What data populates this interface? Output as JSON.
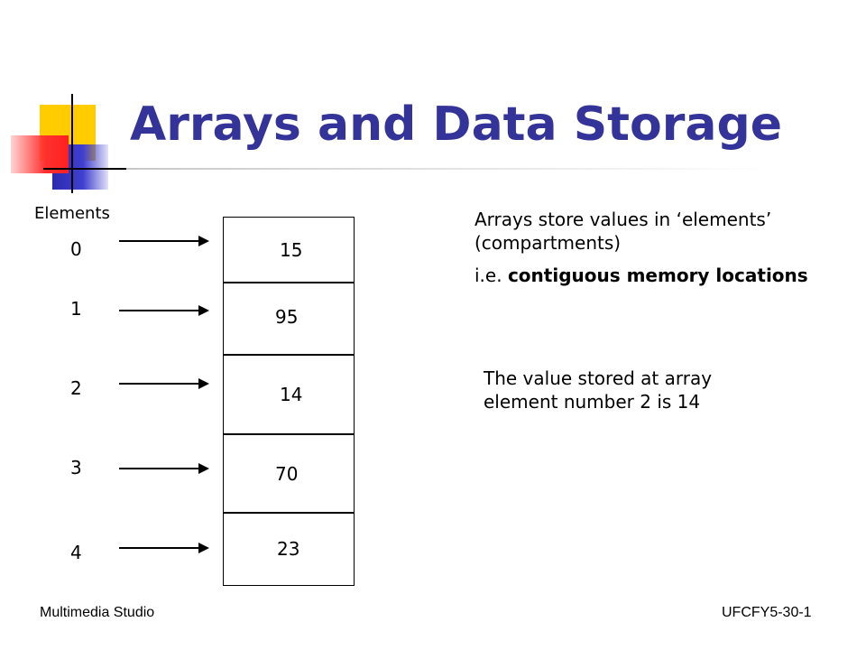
{
  "title": "Arrays and Data Storage",
  "elements_heading": "Elements",
  "indices": [
    "0",
    "1",
    "2",
    "3",
    "4"
  ],
  "values": [
    "15",
    "95",
    "14",
    "70",
    "23"
  ],
  "description": {
    "line1": "Arrays store values in ‘elements’",
    "line2": "(compartments)",
    "line3_prefix": "i.e. ",
    "line3_bold": "contiguous memory locations"
  },
  "note": {
    "line1": "The value stored at array",
    "line2": "element number 2 is 14"
  },
  "footer": {
    "left": "Multimedia Studio",
    "right": "UFCFY5-30-1"
  },
  "colors": {
    "title": "#333399",
    "deco_yellow": "#ffcc00",
    "deco_blue": "#3333cc",
    "deco_red": "#ff3030"
  }
}
